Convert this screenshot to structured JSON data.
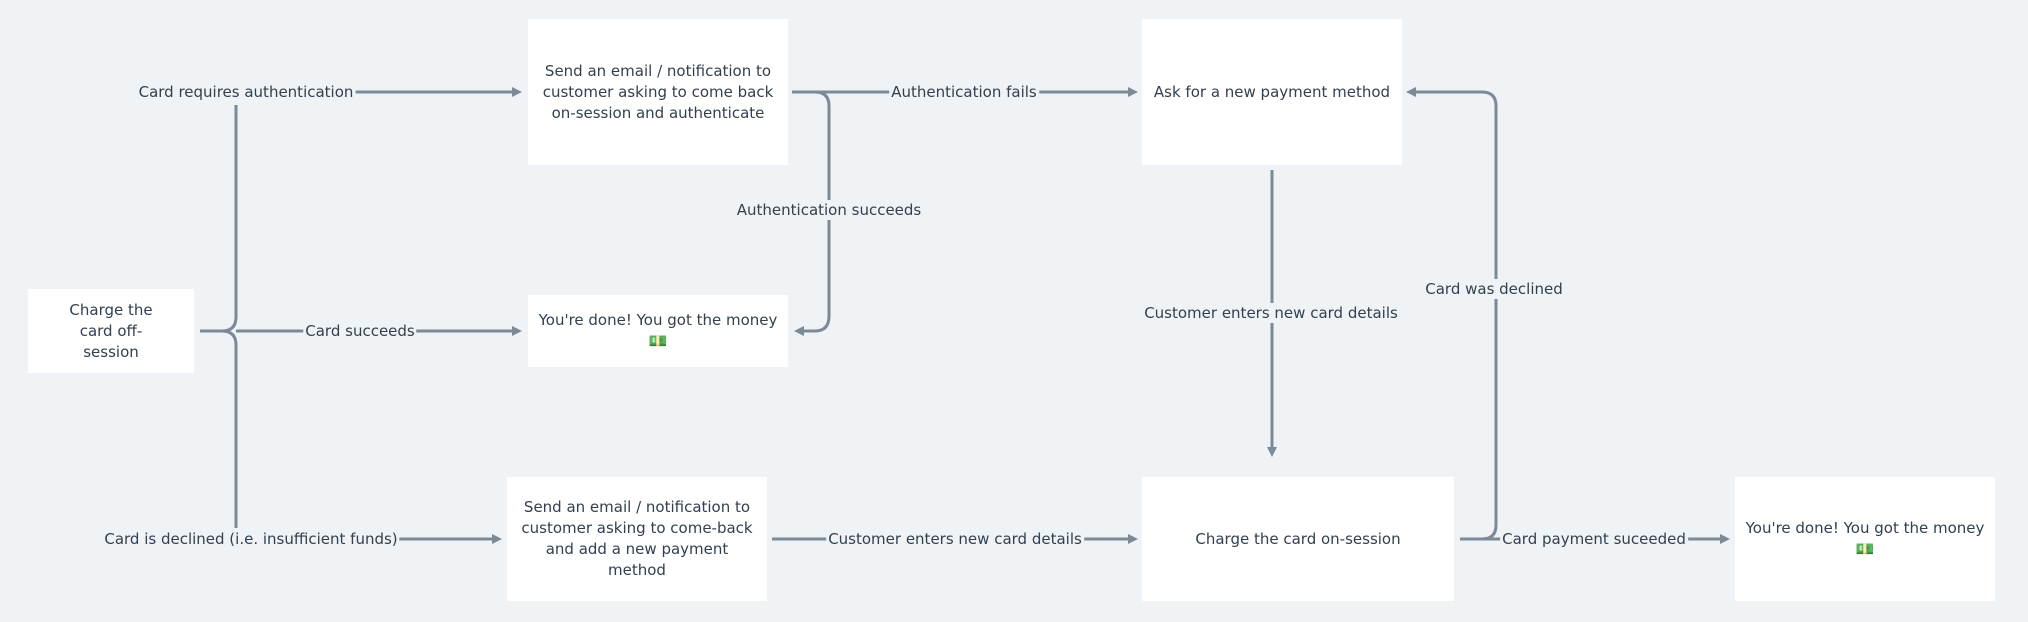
{
  "nodes": {
    "charge_off_session": "Charge the card off-session",
    "email_authenticate": "Send an email / notification to customer asking to come back on-session and authenticate",
    "done_top": "You're done! You got the money 💵",
    "email_new_method": "Send an email / notification to customer asking to come-back and add a new payment method",
    "ask_new_method": "Ask for a new payment method",
    "charge_on_session": "Charge the card on-session",
    "done_right": "You're done! You got the money 💵"
  },
  "edges": {
    "card_requires_auth": "Card requires authentication",
    "card_succeeds": "Card succeeds",
    "card_declined": "Card is declined (i.e. insufficient funds)",
    "auth_fails": "Authentication fails",
    "auth_succeeds": "Authentication succeeds",
    "customer_enters_vertical": "Customer enters new card details",
    "customer_enters_bottom": "Customer enters new card details",
    "card_was_declined": "Card was declined",
    "card_payment_succeeded": "Card payment suceeded"
  },
  "colors": {
    "background": "#eff3f6",
    "node": "#ffffff",
    "edge": "#7c8a98",
    "text": "#32404f"
  }
}
